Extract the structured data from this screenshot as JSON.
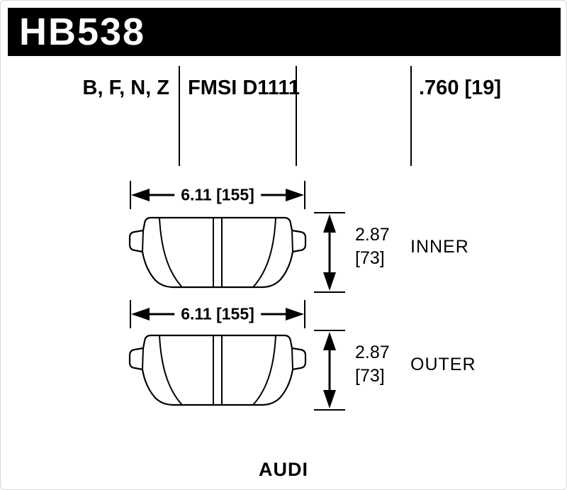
{
  "header": {
    "part_number": "HB538"
  },
  "spec": {
    "compounds": "B, F, N, Z",
    "fmsi": "FMSI D1111",
    "pad_thickness": ".760 [19]"
  },
  "pads": [
    {
      "side": "inner",
      "width_dim": "6.11 [155]",
      "height_dim_line1": "2.87",
      "height_dim_line2": "[73]",
      "label": "INNER"
    },
    {
      "side": "outer",
      "width_dim": "6.11 [155]",
      "height_dim_line1": "2.87",
      "height_dim_line2": "[73]",
      "label": "OUTER"
    }
  ],
  "footer": {
    "vehicle": "AUDI"
  },
  "colors": {
    "banner_bg": "#000000",
    "banner_fg": "#ffffff",
    "line": "#000000",
    "background": "#ffffff"
  }
}
